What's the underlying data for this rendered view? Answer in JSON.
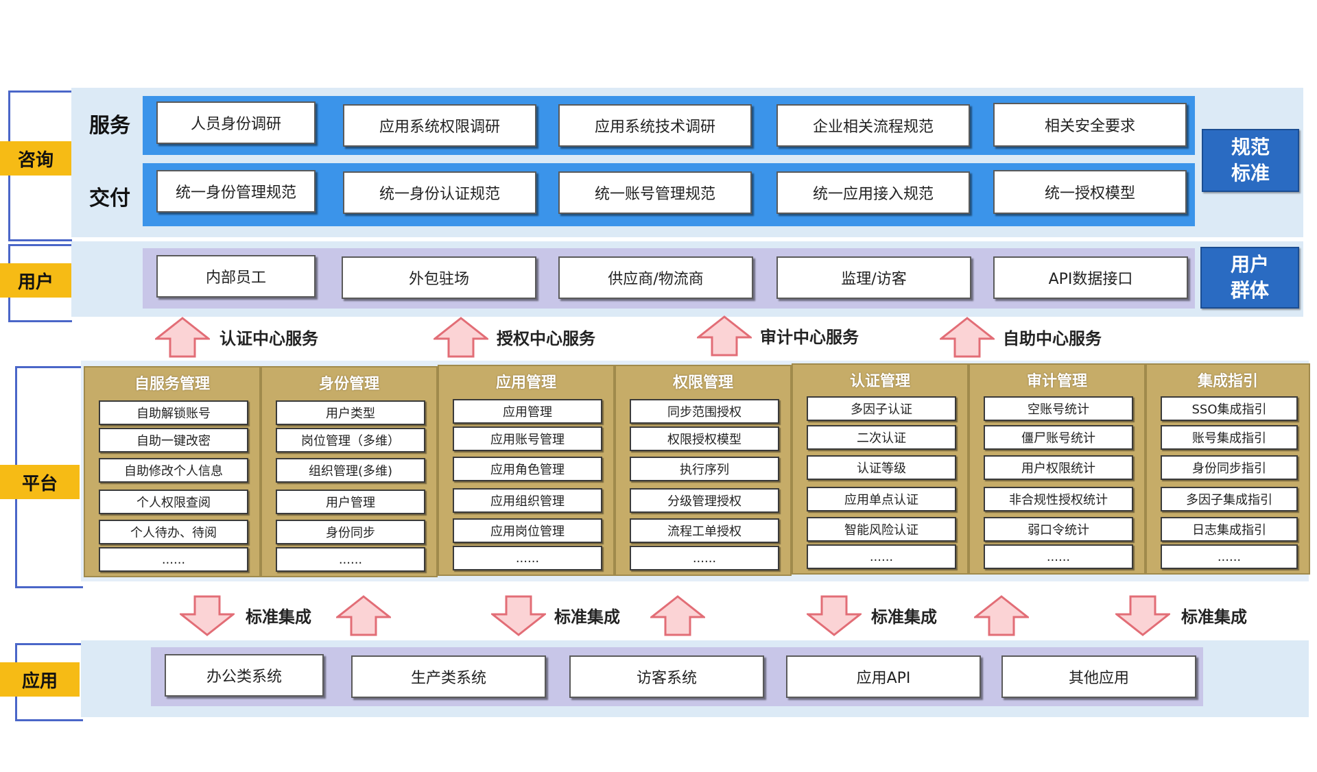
{
  "layers": {
    "consult": "咨询",
    "user": "用户",
    "platform": "平台",
    "app": "应用"
  },
  "consult": {
    "service": {
      "title": "服务",
      "items": [
        "人员身份调研",
        "应用系统权限调研",
        "应用系统技术调研",
        "企业相关流程规范",
        "相关安全要求"
      ]
    },
    "delivery": {
      "title": "交付",
      "items": [
        "统一身份管理规范",
        "统一身份认证规范",
        "统一账号管理规范",
        "统一应用接入规范",
        "统一授权模型"
      ]
    },
    "badge": [
      "规范",
      "标准"
    ]
  },
  "users": {
    "items": [
      "内部员工",
      "外包驻场",
      "供应商/物流商",
      "监理/访客",
      "API数据接口"
    ],
    "badge": [
      "用户",
      "群体"
    ]
  },
  "services": [
    "认证中心服务",
    "授权中心服务",
    "审计中心服务",
    "自助中心服务"
  ],
  "platform": {
    "columns": [
      {
        "title": "自服务管理",
        "items": [
          "自助解锁账号",
          "自助一键改密",
          "自助修改个人信息",
          "个人权限查阅",
          "个人待办、待阅",
          "......"
        ]
      },
      {
        "title": "身份管理",
        "items": [
          "用户类型",
          "岗位管理（多维）",
          "组织管理(多维)",
          "用户管理",
          "身份同步",
          "......"
        ]
      },
      {
        "title": "应用管理",
        "items": [
          "应用管理",
          "应用账号管理",
          "应用角色管理",
          "应用组织管理",
          "应用岗位管理",
          "......"
        ]
      },
      {
        "title": "权限管理",
        "items": [
          "同步范围授权",
          "权限授权模型",
          "执行序列",
          "分级管理授权",
          "流程工单授权",
          "......"
        ]
      },
      {
        "title": "认证管理",
        "items": [
          "多因子认证",
          "二次认证",
          "认证等级",
          "应用单点认证",
          "智能风险认证",
          "......"
        ]
      },
      {
        "title": "审计管理",
        "items": [
          "空账号统计",
          "僵尸账号统计",
          "用户权限统计",
          "非合规性授权统计",
          "弱口令统计",
          "......"
        ]
      },
      {
        "title": "集成指引",
        "items": [
          "SSO集成指引",
          "账号集成指引",
          "身份同步指引",
          "多因子集成指引",
          "日志集成指引",
          "......"
        ]
      }
    ]
  },
  "integration": [
    "标准集成",
    "标准集成",
    "标准集成",
    "标准集成"
  ],
  "apps": {
    "items": [
      "办公类系统",
      "生产类系统",
      "访客系统",
      "应用API",
      "其他应用"
    ]
  },
  "colors": {
    "tag": "#f6bb15",
    "bracket": "#4a66c8",
    "band": "#dceaf6",
    "blue_row": "#3b94ea",
    "purple_row": "#c8c6e8",
    "badge": "#2a6bc2",
    "column": "#c6ac68",
    "arrow_fill": "#fbd3d5",
    "arrow_stroke": "#e26d76"
  }
}
